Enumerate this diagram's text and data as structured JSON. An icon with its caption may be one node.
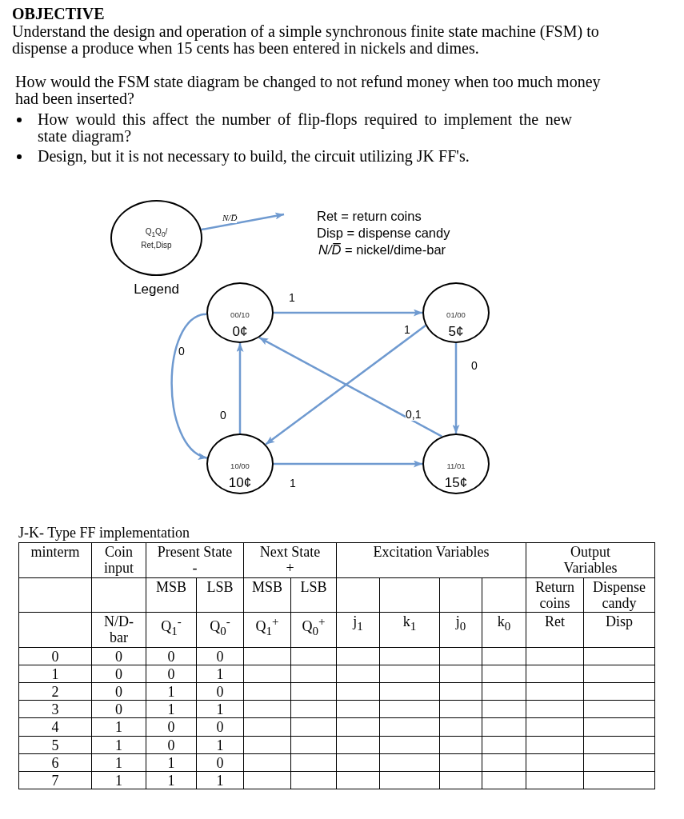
{
  "diagram": {
    "title": "OBJECTIVE",
    "nodes": [
      {
        "text": [
          "Q$_{1}$Q$_{0}$/ Ret,Disp"
        ],
        "beside": [
          "Legend"
        ]
      },
      {
        "text": [
          "00/10",
          "0¢"
        ]
      },
      {
        "text": [
          "01/00",
          "5¢"
        ]
      },
      {
        "text": [
          "10/00",
          "10¢"
        ]
      },
      {
        "text": [
          "11/01",
          "15¢"
        ]
      }
    ],
    "edges": [
      {
        "from": 0,
        "to": null,
        "arrow": "to",
        "label": "N/D̅"
      },
      {
        "from": 1,
        "to": 2,
        "arrow": "to",
        "label": "1"
      },
      {
        "from": 1,
        "to": 3,
        "arrow": "to",
        "label": "0"
      },
      {
        "from": 3,
        "to": 1,
        "arrow": "to",
        "label": "0"
      },
      {
        "from": 2,
        "to": 3,
        "arrow": "to",
        "label": "1"
      },
      {
        "from": 2,
        "to": 4,
        "arrow": "to",
        "label": "0"
      },
      {
        "from": 4,
        "to": 1,
        "arrow": "to",
        "label": "0,1"
      },
      {
        "from": 3,
        "to": 4,
        "arrow": "to",
        "label": "1"
      }
    ],
    "labels": [
      "Understand the design and operation of a simple synchronous finite state machine (FSM) to dispense a produce when 15 cents has been entered in nickels and dimes.",
      "How would the FSM state diagram be changed to not refund money when too much money had been inserted?",
      "How would this affect the number of flip-flops required to implement the new state diagram?",
      "Design, but it is not necessary to build, the circuit utilizing JK FF's.",
      "Ret = return coins",
      "Disp = dispense candy",
      "*N/D̅* = nickel/dime-bar",
      "J-K- Type FF implementation",
      "minterm",
      "Coin input",
      "Present State -",
      "Next State +",
      "Excitation Variables",
      "Output Variables",
      "MSB",
      "LSB",
      "MSB",
      "LSB",
      "Return coins",
      "Dispense candy",
      "N/D-bar",
      "Q$_{1}$$^{-}$",
      "Q$_{0}$$^{-}$",
      "Q$_{1}$$^{+}$",
      "Q$_{0}$$^{+}$",
      "j$_{1}$",
      "k$_{1}$",
      "j$_{0}$",
      "k$_{0}$",
      "Ret",
      "Disp",
      "0",
      "0",
      "0",
      "0",
      "1",
      "0",
      "0",
      "1",
      "2",
      "0",
      "1",
      "0",
      "3",
      "0",
      "1",
      "1",
      "4",
      "1",
      "0",
      "0",
      "5",
      "1",
      "0",
      "1",
      "6",
      "1",
      "1",
      "0",
      "7",
      "1",
      "1",
      "1"
    ]
  }
}
